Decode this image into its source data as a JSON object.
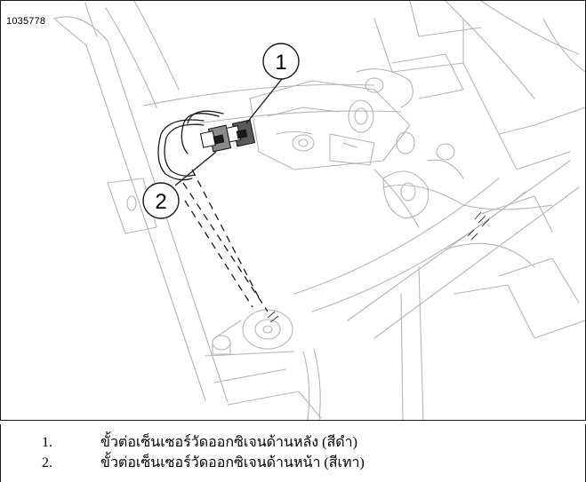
{
  "figure": {
    "id": "1035778",
    "callouts": [
      {
        "number": "1"
      },
      {
        "number": "2"
      }
    ]
  },
  "legend": {
    "items": [
      {
        "number": "1.",
        "text": "ขั้วต่อเซ็นเซอร์วัดออกซิเจนด้านหลัง (สีดำ)"
      },
      {
        "number": "2.",
        "text": "ขั้วต่อเซ็นเซอร์วัดออกซิเจนด้านหน้า (สีเทา)"
      }
    ]
  },
  "colors": {
    "line_light": "#b8b8b8",
    "line_dark": "#1a1a1a",
    "background": "#ffffff"
  }
}
